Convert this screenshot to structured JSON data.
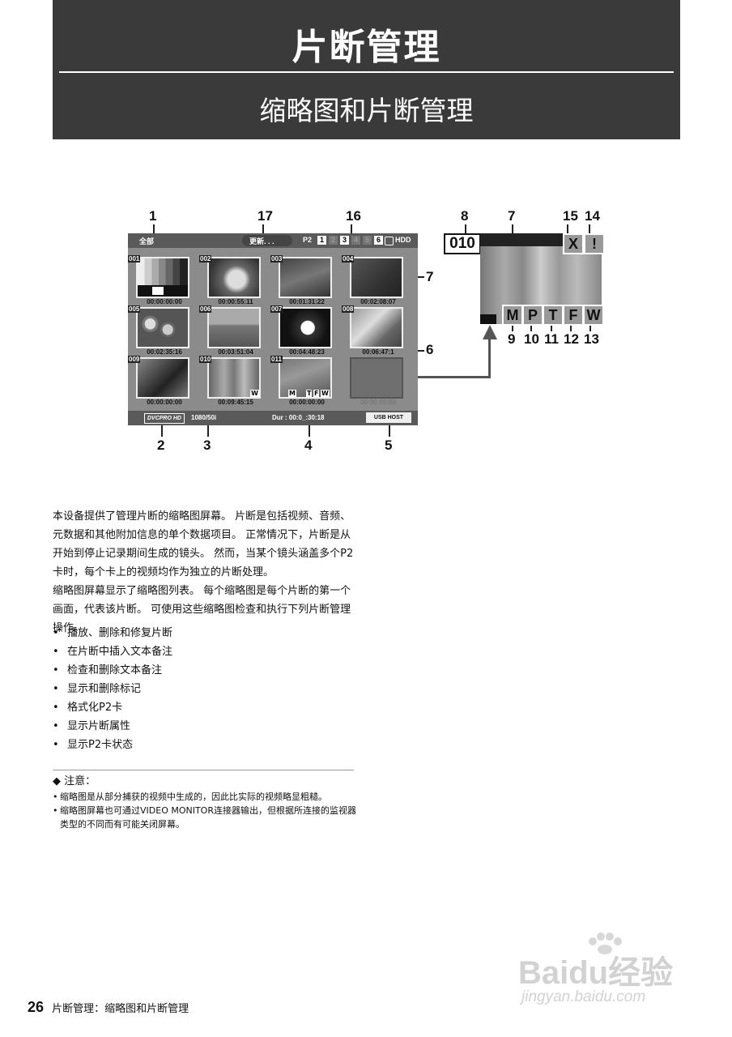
{
  "header": {
    "chapter_title": "片断管理",
    "section_title": "缩略图和片断管理"
  },
  "figure": {
    "callouts": [
      "1",
      "2",
      "3",
      "4",
      "5",
      "6",
      "7",
      "7",
      "8",
      "9",
      "10",
      "11",
      "12",
      "13",
      "14",
      "15",
      "16",
      "17"
    ],
    "screen": {
      "top_left": "全部",
      "status": "更新. . .",
      "p2_label": "P2",
      "slots": [
        "1",
        "2",
        "3",
        "4",
        "5",
        "6"
      ],
      "hdd_label": "HDD",
      "thumbnails": [
        {
          "no": "001",
          "time": "00:00:00:00"
        },
        {
          "no": "002",
          "time": "00:00:55:11"
        },
        {
          "no": "003",
          "time": "00:01:31:22"
        },
        {
          "no": "004",
          "time": "00:02:08:07"
        },
        {
          "no": "005",
          "time": "00:02:35:16"
        },
        {
          "no": "006",
          "time": "00:03:51:04"
        },
        {
          "no": "007",
          "time": "00:04:48:23"
        },
        {
          "no": "008",
          "time": "00:06:47:1"
        },
        {
          "no": "009",
          "time": "00:00:00:00"
        },
        {
          "no": "010",
          "time": "00:09:45:15"
        },
        {
          "no": "011",
          "time": "00:00:00:00"
        },
        {
          "no": "",
          "time": "00:00:00:00"
        }
      ],
      "codec": "DVCPRO HD",
      "format": "1080/50i",
      "duration": "Dur : 00:0_:30:18",
      "usb_button": "USB HOST"
    },
    "zoom": {
      "clip_no": "010",
      "indicators": {
        "x": "X",
        "warn": "!",
        "m": "M",
        "p": "P",
        "t": "T",
        "f": "F",
        "w": "W"
      }
    }
  },
  "body": {
    "paragraphs": [
      "本设备提供了管理片断的缩略图屏幕。 片断是包括视频、音频、元数据和其他附加信息的单个数据项目。 正常情况下，片断是从开始到停止记录期间生成的镜头。 然而，当某个镜头涵盖多个P2卡时，每个卡上的视频均作为独立的片断处理。",
      "缩略图屏幕显示了缩略图列表。 每个缩略图是每个片断的第一个画面，代表该片断。 可使用这些缩略图检查和执行下列片断管理操作。"
    ],
    "bullets": [
      "播放、删除和修复片断",
      "在片断中插入文本备注",
      "检查和删除文本备注",
      "显示和删除标记",
      "格式化P2卡",
      "显示片断属性",
      "显示P2卡状态"
    ]
  },
  "notes": {
    "title": "◆ 注意：",
    "items": [
      "缩略图是从部分捕获的视频中生成的，因此比实际的视频略显粗糙。",
      "缩略图屏幕也可通过VIDEO MONITOR连接器输出，但根据所连接的监视器类型的不同而有可能关闭屏幕。"
    ]
  },
  "footer": {
    "page_number": "26",
    "breadcrumb": "片断管理：缩略图和片断管理"
  },
  "watermark": {
    "brand": "Baidu经验",
    "url": "jingyan.baidu.com"
  }
}
